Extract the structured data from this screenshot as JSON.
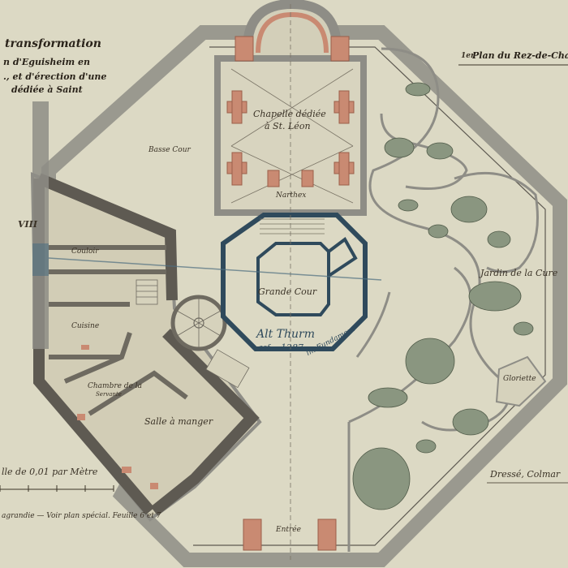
{
  "title": {
    "line1": "transformation",
    "line2": "n d'Eguisheim en",
    "line3": "., et d'érection d'une",
    "line4": "dédiée à Saint"
  },
  "plan_title": "Plan du Rez-de-Cha",
  "plan_number": "1er",
  "rooms": {
    "chapel": "Chapelle dédiée",
    "chapel_saint": "à St. Léon",
    "basse_cour": "Basse Cour",
    "narthex": "Narthex",
    "grande_cour": "Grande Cour",
    "tour": "Alt Thurm",
    "tour_date": "1287",
    "tour_note_left": "gef.",
    "tour_note_right": "im Fundament",
    "jardin": "Jardin de la Cure",
    "gloriette": "Gloriette",
    "cuisine": "Cuisine",
    "chambre": "Chambre de la",
    "chambre2": "Servante",
    "salle": "Salle à manger",
    "couloir": "Couloir",
    "entree": "Entrée"
  },
  "scale_text": "lle de 0,01 par Mètre",
  "signature": "Dressé, Colmar",
  "footer_note": "agrandie — Voir plan spécial. Feuille 6 et 7",
  "margin_note": "VIII",
  "colors": {
    "paper": "#dcd9c4",
    "wall_gray": "#8e8d86",
    "wall_dark": "#5e5a52",
    "tower_blue": "#2f4a5c",
    "brick": "#c98a72",
    "garden": "#8a9680",
    "ink": "#3a3226"
  }
}
